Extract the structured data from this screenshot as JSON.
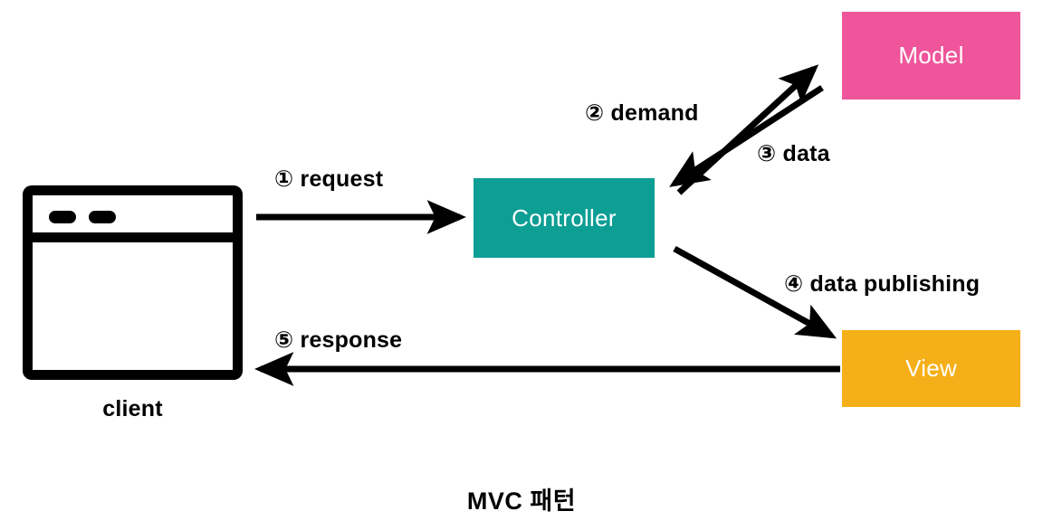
{
  "diagram": {
    "caption": "MVC 패턴",
    "background": "#ffffff",
    "client": {
      "label": "client",
      "icon": "browser-window-icon",
      "color": "#000000"
    },
    "nodes": [
      {
        "id": "controller",
        "label": "Controller",
        "color": "#0D9E94",
        "text_color": "#ffffff"
      },
      {
        "id": "model",
        "label": "Model",
        "color": "#EE559B",
        "text_color": "#ffffff"
      },
      {
        "id": "view",
        "label": "View",
        "color": "#F5AF19",
        "text_color": "#ffffff"
      }
    ],
    "flows": [
      {
        "step": "①",
        "label": "① request",
        "from": "client",
        "to": "controller",
        "direction": "right"
      },
      {
        "step": "②",
        "label": "② demand",
        "from": "controller",
        "to": "model",
        "direction": "up-right"
      },
      {
        "step": "③",
        "label": "③ data",
        "from": "model",
        "to": "controller",
        "direction": "down-left"
      },
      {
        "step": "④",
        "label": "④ data publishing",
        "from": "controller",
        "to": "view",
        "direction": "down-right"
      },
      {
        "step": "⑤",
        "label": "⑤ response",
        "from": "view",
        "to": "client",
        "direction": "left"
      }
    ]
  }
}
